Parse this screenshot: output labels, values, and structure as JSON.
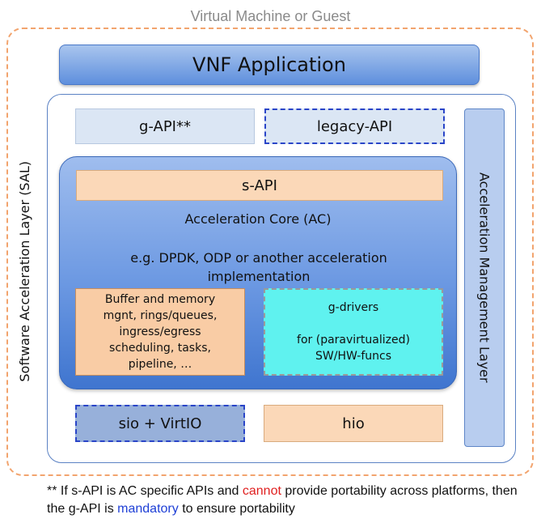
{
  "vm": {
    "title": "Virtual Machine or Guest"
  },
  "vnf": {
    "label": "VNF Application"
  },
  "sal": {
    "label": "Software Acceleration Layer (SAL)"
  },
  "apis": {
    "g_api": "g-API**",
    "legacy_api": "legacy-API"
  },
  "aml": {
    "label": "Acceleration Management Layer"
  },
  "ac": {
    "s_api": "s-API",
    "title": "Acceleration Core (AC)",
    "description_line1": "e.g. DPDK, ODP or another acceleration",
    "description_line2": "implementation",
    "buffer_lines": [
      "Buffer and memory",
      "mgnt, rings/queues,",
      "ingress/egress",
      "scheduling, tasks,",
      "pipeline, …"
    ],
    "gdrivers_title": "g-drivers",
    "gdrivers_line1": "for (paravirtualized)",
    "gdrivers_line2": "SW/HW-funcs"
  },
  "io": {
    "sio": "sio + VirtIO",
    "hio": "hio"
  },
  "footnote": {
    "part1": "** If s-API is AC specific APIs and ",
    "cannot": "cannot",
    "part2": " provide portability across platforms, then the g-API is ",
    "mandatory": "mandatory",
    "part3": " to ensure portability"
  },
  "colors": {
    "cannot": "#e02020",
    "mandatory": "#1e3fd6",
    "vm_border": "#f2a46e"
  }
}
